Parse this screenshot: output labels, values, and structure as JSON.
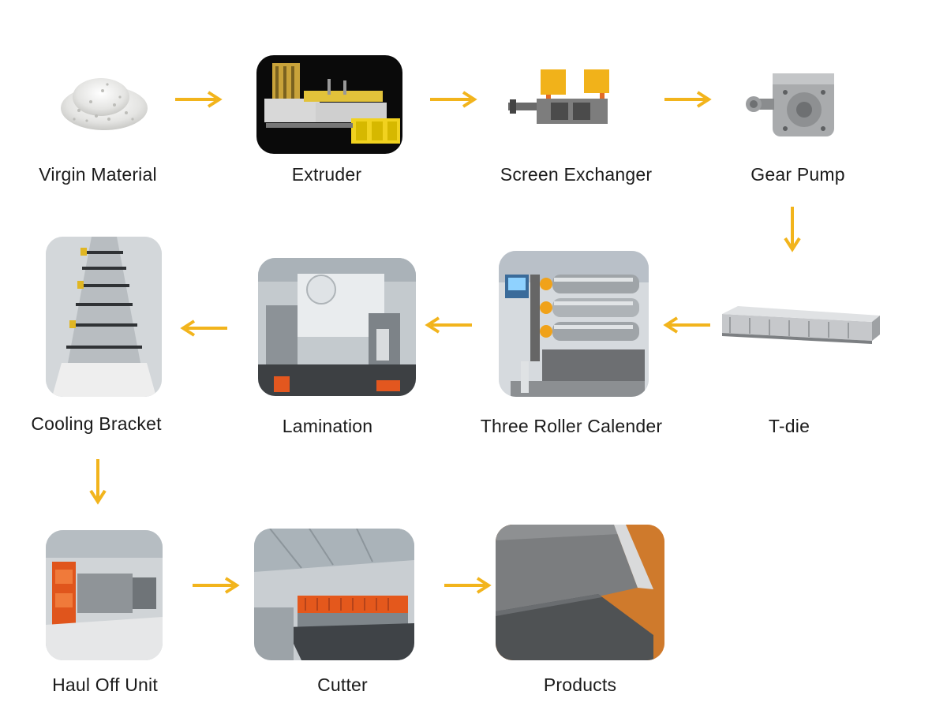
{
  "diagram": {
    "arrow_color": "#f2b41c",
    "steps": [
      {
        "id": "virgin-material",
        "label": "Virgin Material",
        "icon": "pellets-pile"
      },
      {
        "id": "extruder",
        "label": "Extruder",
        "icon": "extruder-line"
      },
      {
        "id": "screen-exchanger",
        "label": "Screen Exchanger",
        "icon": "screen-changer"
      },
      {
        "id": "gear-pump",
        "label": "Gear Pump",
        "icon": "gear-pump"
      },
      {
        "id": "t-die",
        "label": "T-die",
        "icon": "t-die"
      },
      {
        "id": "three-roller-calender",
        "label": "Three Roller Calender",
        "icon": "calender-rolls"
      },
      {
        "id": "lamination",
        "label": "Lamination",
        "icon": "lamination-unit"
      },
      {
        "id": "cooling-bracket",
        "label": "Cooling Bracket",
        "icon": "cooling-rollers"
      },
      {
        "id": "haul-off-unit",
        "label": "Haul Off Unit",
        "icon": "haul-off"
      },
      {
        "id": "cutter",
        "label": "Cutter",
        "icon": "cutter"
      },
      {
        "id": "products",
        "label": "Products",
        "icon": "sheets"
      }
    ]
  }
}
